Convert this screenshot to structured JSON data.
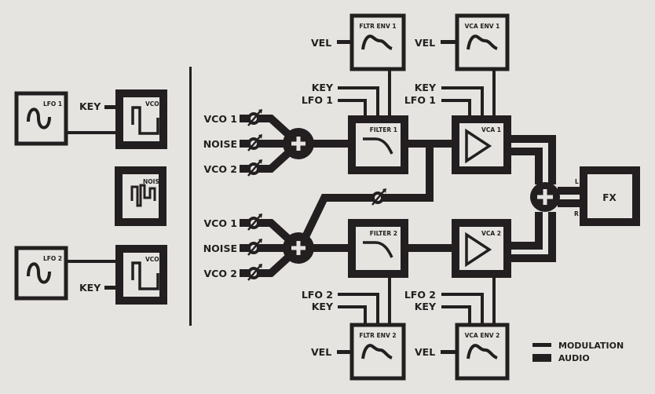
{
  "diagram": {
    "title": "Dual-path synthesizer signal flow",
    "colors": {
      "background": "#e5e4e0",
      "ink": "#231f20"
    },
    "sources": {
      "lfo1": "LFO 1",
      "lfo2": "LFO 2",
      "vco1": "VCO 1",
      "vco2": "VCO 2",
      "noise": "NOISE",
      "key": "KEY"
    },
    "mixer1": {
      "inputs": [
        "VCO 1",
        "NOISE",
        "VCO 2"
      ]
    },
    "mixer2": {
      "inputs": [
        "VCO 1",
        "NOISE",
        "VCO 2"
      ]
    },
    "filter1": {
      "label": "FILTER 1",
      "mods": [
        "KEY",
        "LFO 1"
      ]
    },
    "filter2": {
      "label": "FILTER 2",
      "mods": [
        "LFO 2",
        "KEY"
      ]
    },
    "vca1": {
      "label": "VCA 1",
      "mods": [
        "KEY",
        "LFO 1"
      ]
    },
    "vca2": {
      "label": "VCA 2",
      "mods": [
        "LFO 2",
        "KEY"
      ]
    },
    "fltr_env1": {
      "label": "FLTR ENV 1",
      "input": "VEL"
    },
    "vca_env1": {
      "label": "VCA ENV 1",
      "input": "VEL"
    },
    "fltr_env2": {
      "label": "FLTR ENV 2",
      "input": "VEL"
    },
    "vca_env2": {
      "label": "VCA ENV 2",
      "input": "VEL"
    },
    "fx": {
      "label": "FX",
      "left": "L",
      "right": "R"
    },
    "legend": {
      "modulation": "MODULATION",
      "audio": "AUDIO"
    }
  }
}
